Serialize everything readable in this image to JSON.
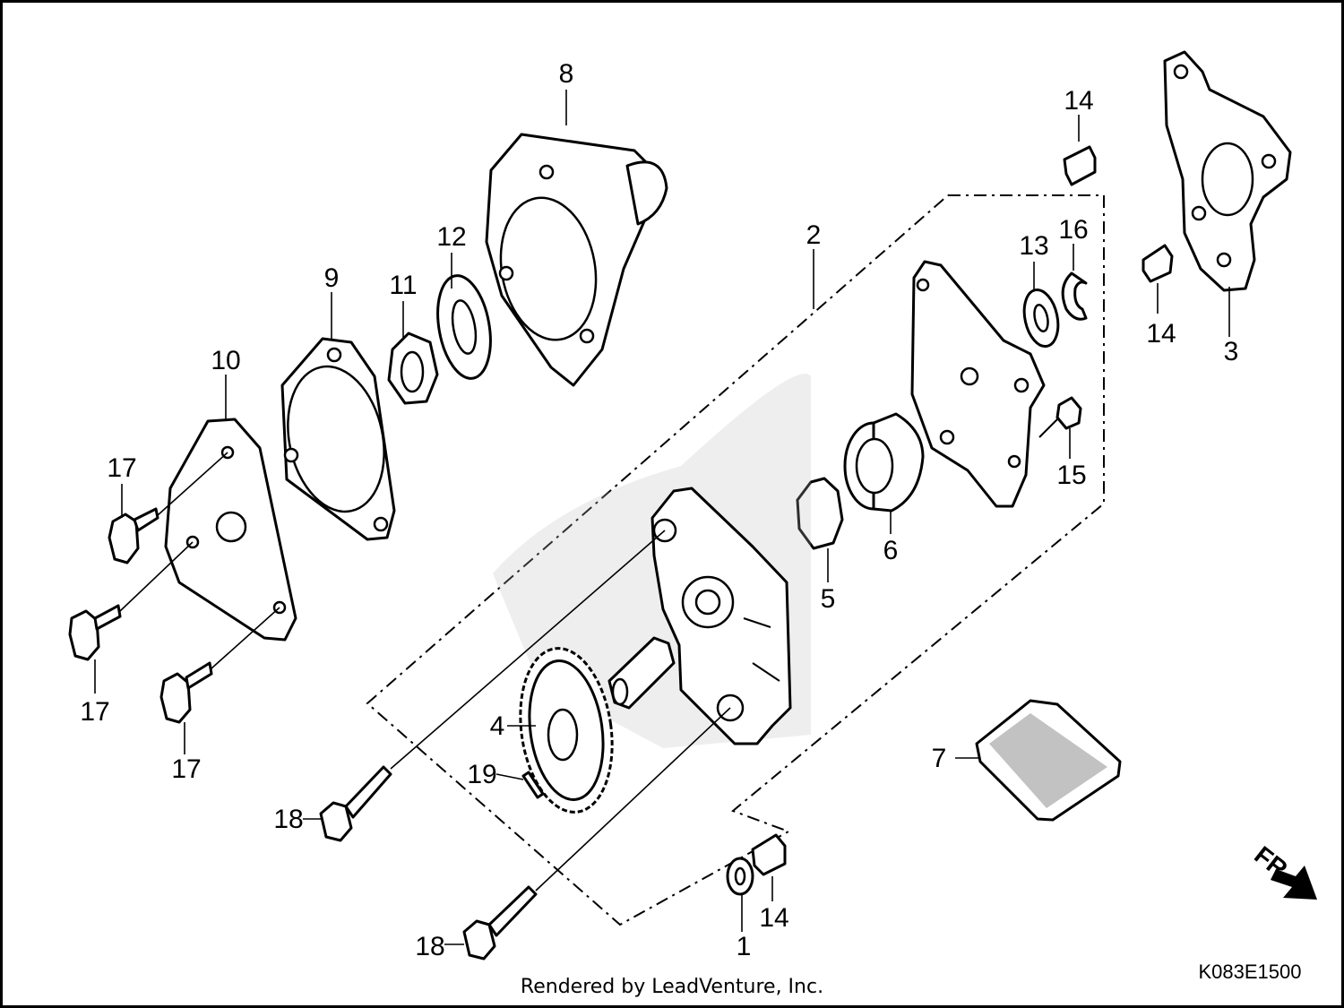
{
  "callouts": {
    "c1": "1",
    "c2": "2",
    "c3": "3",
    "c4": "4",
    "c5": "5",
    "c6": "6",
    "c7": "7",
    "c8": "8",
    "c9": "9",
    "c10": "10",
    "c11": "11",
    "c12": "12",
    "c13": "13",
    "c14": "14",
    "c15": "15",
    "c16": "16",
    "c17": "17",
    "c18": "18",
    "c19": "19"
  },
  "direction_marker": "FR.",
  "diagram_code": "K083E1500",
  "credit": "Rendered by LeadVenture, Inc."
}
